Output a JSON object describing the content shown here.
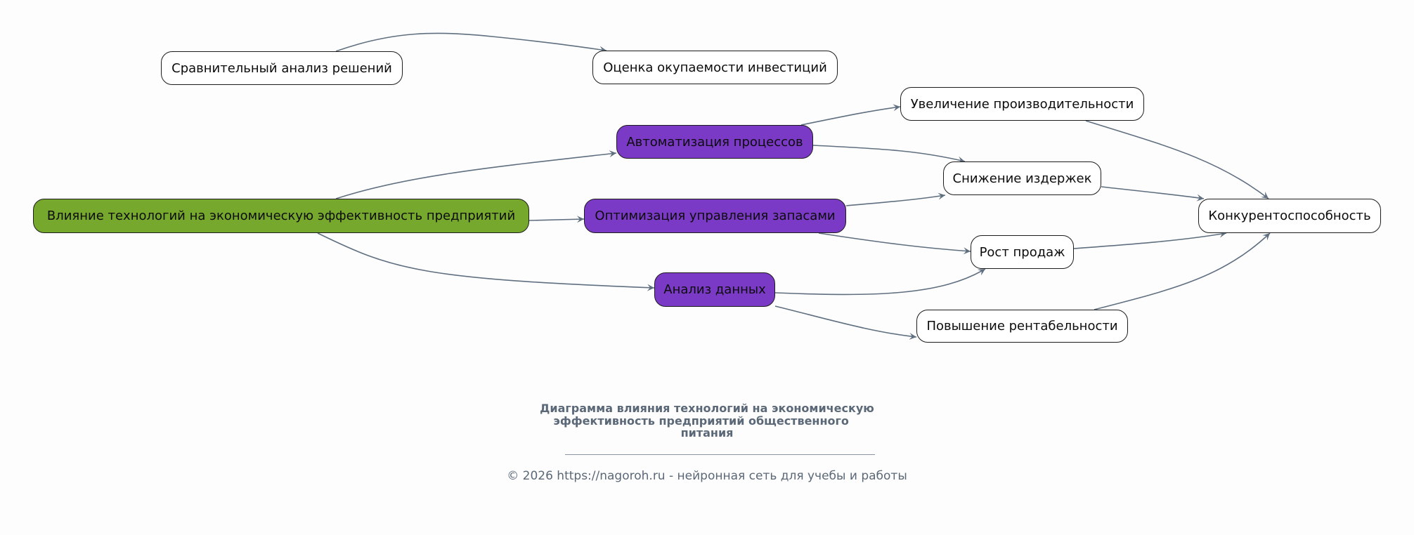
{
  "diagram": {
    "nodes": [
      {
        "id": "root",
        "label": "Влияние технологий на экономическую эффективность предприятий",
        "kind": "root",
        "color": "#77a82e"
      },
      {
        "id": "compare",
        "label": "Сравнительный анализ решений",
        "kind": "outcome",
        "color": "#ffffff"
      },
      {
        "id": "roi",
        "label": "Оценка окупаемости инвестиций",
        "kind": "outcome",
        "color": "#ffffff"
      },
      {
        "id": "automation",
        "label": "Автоматизация процессов",
        "kind": "technology",
        "color": "#7b3ac6"
      },
      {
        "id": "inventory",
        "label": "Оптимизация управления запасами",
        "kind": "technology",
        "color": "#7b3ac6"
      },
      {
        "id": "analytics",
        "label": "Анализ данных",
        "kind": "technology",
        "color": "#7b3ac6"
      },
      {
        "id": "productivity",
        "label": "Увеличение производительности",
        "kind": "outcome",
        "color": "#ffffff"
      },
      {
        "id": "costs",
        "label": "Снижение издержек",
        "kind": "outcome",
        "color": "#ffffff"
      },
      {
        "id": "sales",
        "label": "Рост продаж",
        "kind": "outcome",
        "color": "#ffffff"
      },
      {
        "id": "profitability",
        "label": "Повышение рентабельности",
        "kind": "outcome",
        "color": "#ffffff"
      },
      {
        "id": "competitiveness",
        "label": "Конкурентоспособность",
        "kind": "outcome",
        "color": "#ffffff"
      }
    ],
    "edges": [
      {
        "from": "compare",
        "to": "roi"
      },
      {
        "from": "root",
        "to": "automation"
      },
      {
        "from": "root",
        "to": "inventory"
      },
      {
        "from": "root",
        "to": "analytics"
      },
      {
        "from": "automation",
        "to": "productivity"
      },
      {
        "from": "automation",
        "to": "costs"
      },
      {
        "from": "inventory",
        "to": "costs"
      },
      {
        "from": "inventory",
        "to": "sales"
      },
      {
        "from": "analytics",
        "to": "sales"
      },
      {
        "from": "analytics",
        "to": "profitability"
      },
      {
        "from": "productivity",
        "to": "competitiveness"
      },
      {
        "from": "costs",
        "to": "competitiveness"
      },
      {
        "from": "sales",
        "to": "competitiveness"
      },
      {
        "from": "profitability",
        "to": "competitiveness"
      }
    ],
    "edge_color": "#5f6f80"
  },
  "caption": {
    "title_lines": [
      "Диаграмма влияния технологий на экономическую",
      "эффективность предприятий общественного   ",
      "питания"
    ],
    "footer": "© 2026 https://nagoroh.ru - нейронная сеть для учебы и работы"
  }
}
